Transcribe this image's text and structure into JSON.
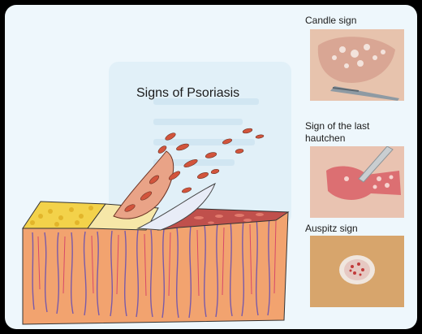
{
  "title": "Signs of Psoriasis",
  "signs": [
    {
      "label": "Candle sign"
    },
    {
      "label_line1": "Sign of the last",
      "label_line2": "hautchen"
    },
    {
      "label": "Auspitz sign"
    }
  ],
  "colors": {
    "background": "#eef7fc",
    "skin_base": "#f2a36f",
    "dermis_lines": "#7a5aa8",
    "scale_red": "#d2543c",
    "epidermis_yellow": "#f3d24a"
  }
}
